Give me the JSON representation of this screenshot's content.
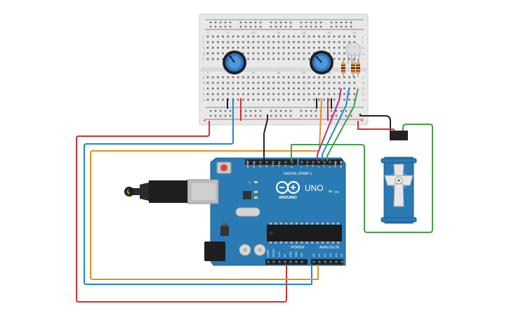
{
  "arduino": {
    "board_name": "UNO",
    "brand": "ARDUINO",
    "digital_header": "DIGITAL (PWM~)",
    "power_header": "POWER",
    "analog_header": "ANALOG IN",
    "on_label": "ON",
    "led_l": "L",
    "led_tx": "TX",
    "led_rx": "RX",
    "analog_pins": [
      "A0",
      "A1",
      "A2",
      "A3",
      "A4",
      "A5"
    ],
    "digital_pins_left": [
      "AREF",
      "GND",
      "13",
      "12",
      "~11",
      "~10",
      "~9",
      "8"
    ],
    "digital_pins_right": [
      "7",
      "~6",
      "~5",
      "4",
      "~3",
      "2",
      "TX▸1",
      "RX◂0"
    ],
    "power_pins": [
      "IOREF",
      "RESET",
      "3.3V",
      "5V",
      "GND",
      "GND",
      "VIN"
    ]
  },
  "breadboard": {
    "row_letters_top": [
      "j",
      "i",
      "h",
      "g",
      "f"
    ],
    "row_letters_bottom": [
      "e",
      "d",
      "c",
      "b",
      "a"
    ],
    "column_numbers": [
      "1",
      "5",
      "10",
      "15",
      "20",
      "25",
      "30"
    ]
  },
  "colors": {
    "board": "#2a7ab3",
    "breadboard": "#e6e6e6",
    "wire_red": "#d32f2f",
    "wire_blue": "#1e88c8",
    "wire_orange": "#e8901e",
    "wire_green": "#43a047",
    "wire_magenta": "#c2268f",
    "wire_black": "#222222",
    "servo": "#2a7ab3",
    "pot_knob": "#2f78c4"
  },
  "icons": [
    "usb-cable-icon",
    "potentiometer-icon",
    "servo-motor-icon",
    "rgb-led-icon",
    "resistor-icon",
    "microcontroller-chip-icon"
  ]
}
